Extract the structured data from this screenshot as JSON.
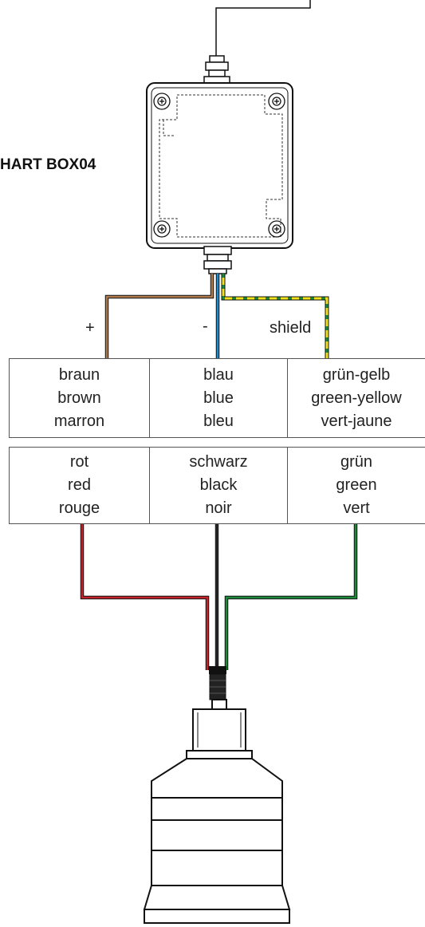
{
  "junction_box": {
    "label": "HART BOX04"
  },
  "signs": {
    "plus": "+",
    "minus": "-",
    "shield": "shield"
  },
  "table_top": [
    [
      "braun",
      "brown",
      "marron"
    ],
    [
      "blau",
      "blue",
      "bleu"
    ],
    [
      "grün-gelb",
      "green-yellow",
      "vert-jaune"
    ]
  ],
  "table_bottom": [
    [
      "rot",
      "red",
      "rouge"
    ],
    [
      "schwarz",
      "black",
      "noir"
    ],
    [
      "grün",
      "green",
      "vert"
    ]
  ],
  "colors": {
    "brown": "#b07a4f",
    "blue": "#1e8ccf",
    "yellow": "#f2e21c",
    "green": "#1a8a3a",
    "red": "#c4232b",
    "black": "#222222",
    "outline": "#111111"
  }
}
